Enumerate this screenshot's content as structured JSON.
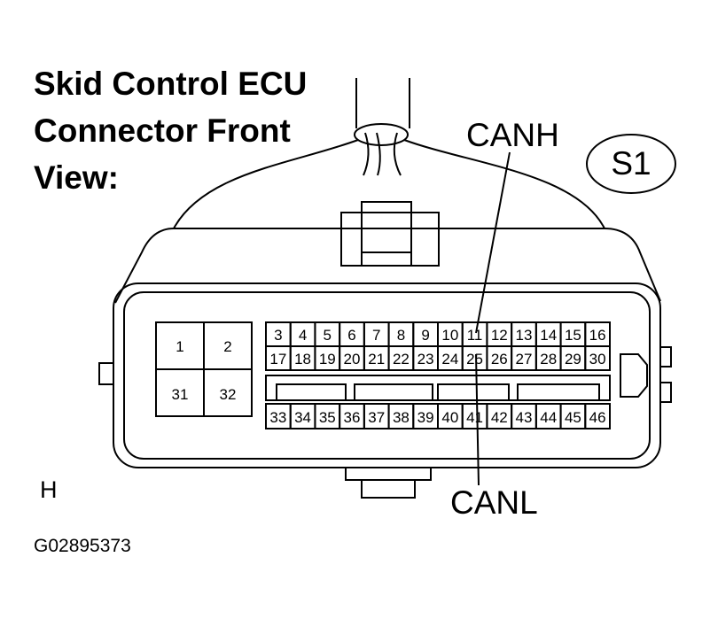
{
  "title": {
    "line1": "Skid Control ECU",
    "line2": "Connector Front",
    "line3": "View:"
  },
  "connector_code": "S1",
  "labels": {
    "canh": "CANH",
    "canl": "CANL",
    "view_letter": "H",
    "figure_code": "G02895373"
  },
  "pins": {
    "large_top": [
      "1",
      "2"
    ],
    "large_bottom": [
      "31",
      "32"
    ],
    "row1": [
      "3",
      "4",
      "5",
      "6",
      "7",
      "8",
      "9",
      "10",
      "11",
      "12",
      "13",
      "14",
      "15",
      "16"
    ],
    "row2": [
      "17",
      "18",
      "19",
      "20",
      "21",
      "22",
      "23",
      "24",
      "25",
      "26",
      "27",
      "28",
      "29",
      "30"
    ],
    "row3": [
      "33",
      "34",
      "35",
      "36",
      "37",
      "38",
      "39",
      "40",
      "41",
      "42",
      "43",
      "44",
      "45",
      "46"
    ]
  },
  "highlights": {
    "canh_pin": "11",
    "canl_pin": "25"
  }
}
